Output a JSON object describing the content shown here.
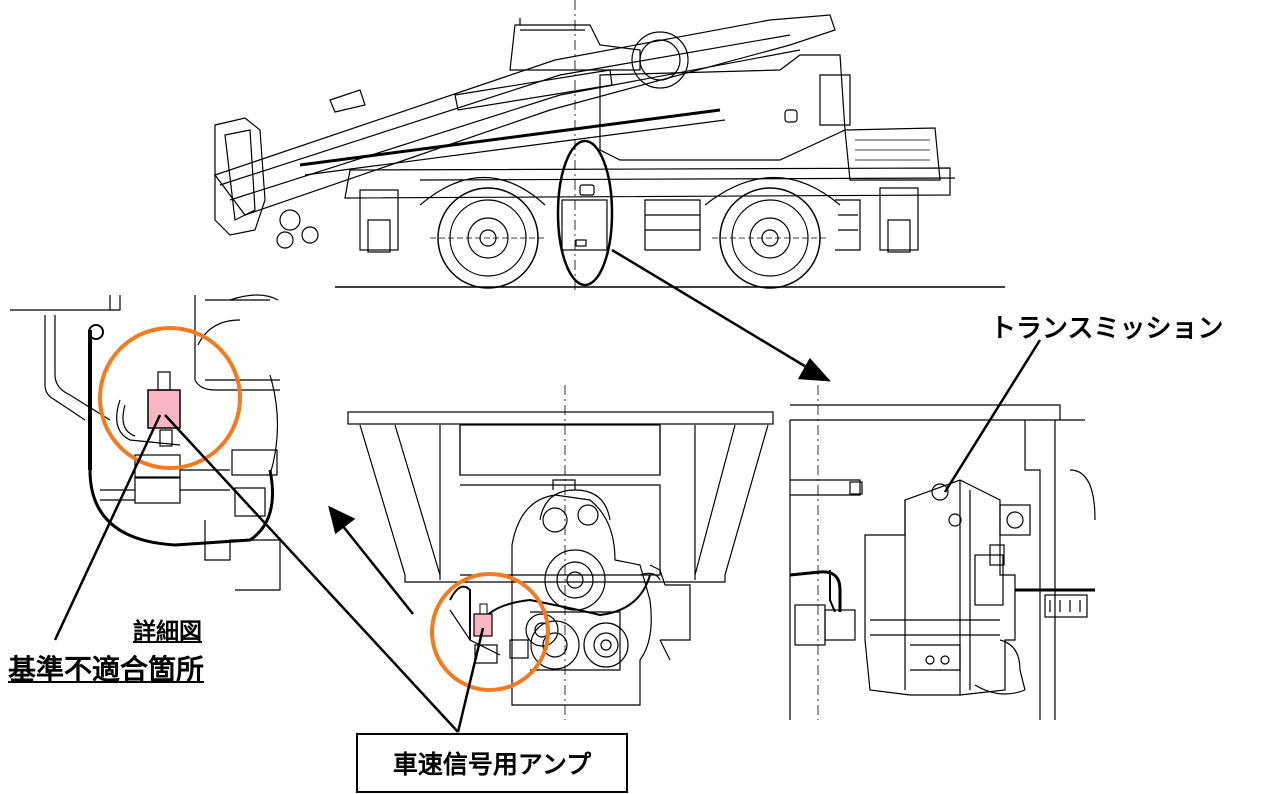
{
  "labels": {
    "transmission": "トランスミッション",
    "detail_view": "詳細図",
    "non_compliant_location": "基準不適合箇所",
    "speed_signal_amp": "車速信号用アンプ"
  },
  "colors": {
    "highlight_circle": "#f47a20",
    "amp_part": "#f7b6c2",
    "line": "#000000"
  }
}
